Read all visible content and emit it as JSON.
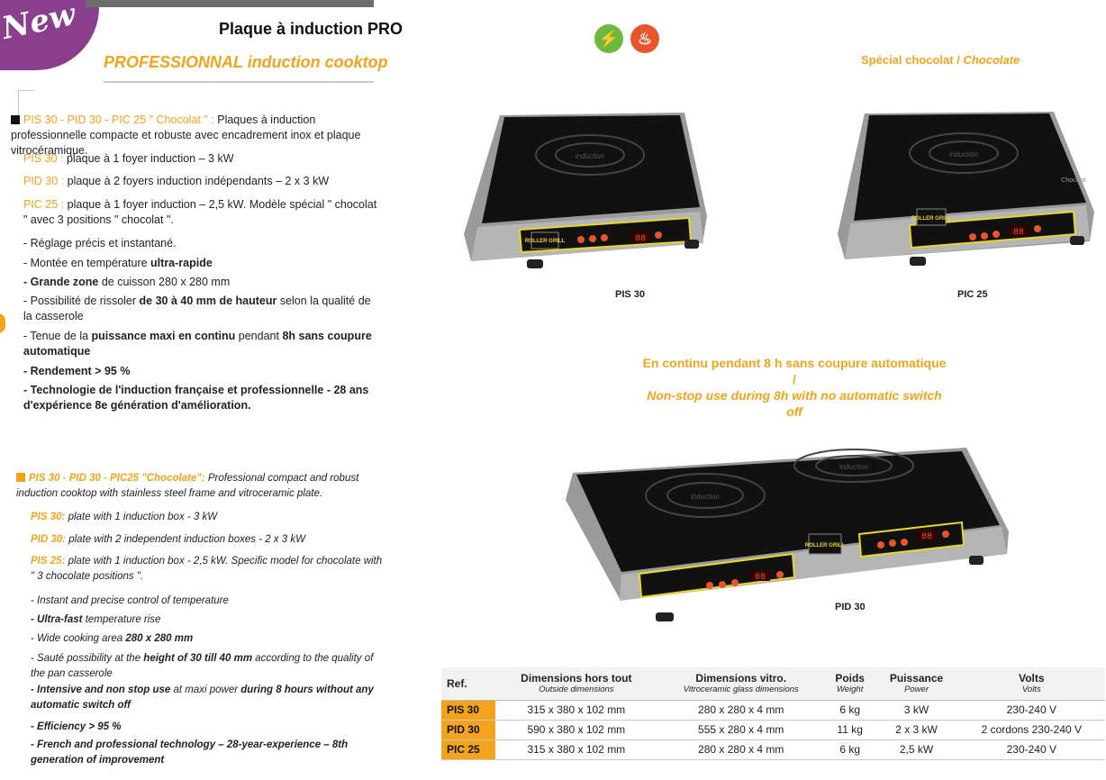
{
  "badge": {
    "text": "New"
  },
  "header": {
    "title_fr": "Plaque à induction PRO",
    "title_en": "PROFESSIONNAL induction cooktop"
  },
  "fr": {
    "intro_ref": "PIS 30 - PID 30 - PIC 25 \" Chocolat \" :",
    "intro_text": "Plaques à induction professionnelle compacte et robuste avec encadrement inox et plaque vitrocéramique.",
    "pis_ref": "PIS 30 :",
    "pis_text": "plaque à 1 foyer induction – 3 kW",
    "pid_ref": "PID 30 :",
    "pid_text": "plaque à 2 foyers induction indépendants – 2 x 3 kW",
    "pic_ref": "PIC 25 :",
    "pic_text": "plaque à 1 foyer induction – 2,5 kW. Modèle spécial \" chocolat \" avec 3 positions \" chocolat \".",
    "b1": "- Réglage précis et instantané.",
    "b2a": "- Montée en température ",
    "b2b": "ultra-rapide",
    "b3a": "- Grande zone",
    "b3b": " de cuisson 280 x 280 mm",
    "b4a": "- Possibilité de rissoler ",
    "b4b": "de 30 à 40 mm de hauteur",
    "b4c": " selon la qualité de la casserole",
    "b5a": "- Tenue de la ",
    "b5b": "puissance maxi en continu",
    "b5c": " pendant ",
    "b5d": "8h sans coupure automatique",
    "b6": "- Rendement > 95 %",
    "b7": "- Technologie de l'induction française et professionnelle - 28 ans d'expérience 8e génération d'amélioration."
  },
  "en": {
    "intro_ref": "PIS 30 - PID 30 - PIC25 \"Chocolate\":",
    "intro_text": "Professional compact and robust induction cooktop with stainless steel frame and vitroceramic plate.",
    "pis_ref": "PIS 30:",
    "pis_text": "plate with 1 induction box - 3 kW",
    "pid_ref": "PID 30:",
    "pid_text": "plate with 2 independent induction boxes - 2 x 3 kW",
    "pis25_ref": "PIS 25:",
    "pis25_text": "plate with 1 induction box - 2,5 kW. Specific model for chocolate with \" 3 chocolate positions \".",
    "b1": "- Instant and precise control of temperature",
    "b2a": "- Ultra-fast",
    "b2b": " temperature rise",
    "b3a": "- Wide cooking area ",
    "b3b": "280 x 280 mm",
    "b4a": "- Sauté possibility at the ",
    "b4b": "height of 30 till 40 mm",
    "b4c": " according to the quality of the pan casserole",
    "b5a": "- Intensive and non stop use",
    "b5b": " at maxi power ",
    "b5c": "during 8 hours without any automatic switch off",
    "b6": "- Efficiency > 95 %",
    "b7": "- French and professional technology – 28-year-experience – 8th generation of improvement"
  },
  "right": {
    "chocolate_title_fr": "Spécial chocolat / ",
    "chocolate_title_en": "Chocolate",
    "caption_pis": "PIS 30",
    "caption_pic": "PIC 25",
    "caption_pid": "PID 30",
    "nonstop_fr": "En continu pendant 8 h sans coupure automatique /",
    "nonstop_en": "Non-stop use during 8h with no automatic switch off",
    "brand": "ROLLER GRILL",
    "display": "88",
    "plate_label": "induction",
    "choc_label": "Chocolat"
  },
  "icons": {
    "power": "lightning-icon",
    "heat": "heat-icon"
  },
  "colors": {
    "accent": "#f3a31c",
    "purple": "#8a3f8e",
    "green": "#6fb83f",
    "red": "#e8552a"
  },
  "table": {
    "headers": [
      {
        "main": "Ref.",
        "sub": ""
      },
      {
        "main": "Dimensions hors tout",
        "sub": "Outside dimensions"
      },
      {
        "main": "Dimensions vitro.",
        "sub": "Vitroceramic glass dimensions"
      },
      {
        "main": "Poids",
        "sub": "Weight"
      },
      {
        "main": "Puissance",
        "sub": "Power"
      },
      {
        "main": "Volts",
        "sub": "Volts"
      }
    ],
    "rows": [
      [
        "PIS 30",
        "315 x 380 x 102 mm",
        "280 x 280 x 4 mm",
        "6 kg",
        "3 kW",
        "230-240 V"
      ],
      [
        "PID 30",
        "590 x 380 x 102 mm",
        "555 x 280 x 4 mm",
        "11 kg",
        "2 x 3 kW",
        "2 cordons 230-240 V"
      ],
      [
        "PIC 25",
        "315 x 380 x 102 mm",
        "280 x 280 x 4 mm",
        "6 kg",
        "2,5 kW",
        "230-240 V"
      ]
    ]
  }
}
